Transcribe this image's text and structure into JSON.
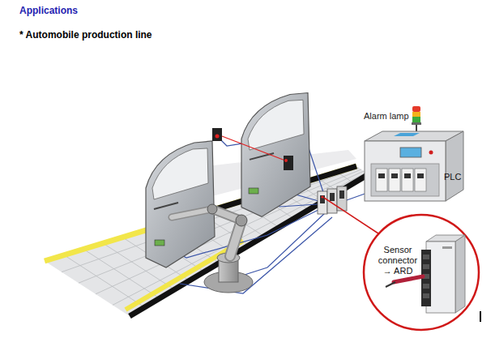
{
  "diagram": {
    "title": "Applications",
    "nodes": [
      {
        "text": [
          "PLC"
        ]
      },
      {
        "text": [
          "Sensor connector → ARD"
        ]
      }
    ],
    "labels": [
      "* Automobile production line",
      "Alarm lamp"
    ]
  }
}
